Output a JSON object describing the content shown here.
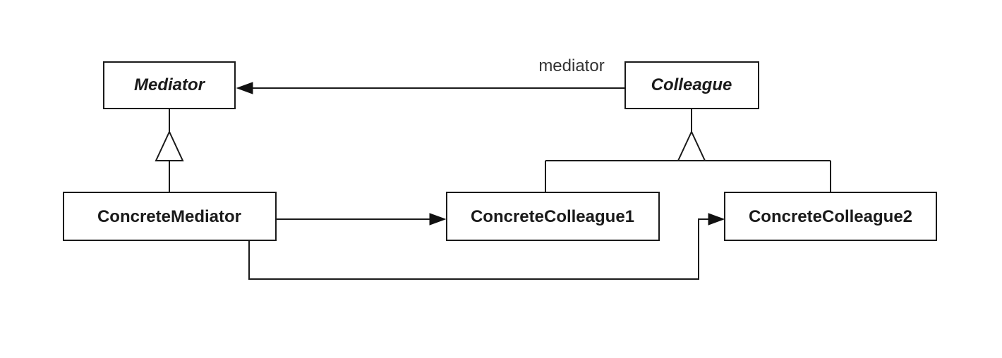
{
  "classes": {
    "mediator": "Mediator",
    "colleague": "Colleague",
    "concrete_mediator": "ConcreteMediator",
    "concrete_colleague_1": "ConcreteColleague1",
    "concrete_colleague_2": "ConcreteColleague2"
  },
  "associations": {
    "colleague_to_mediator_role": "mediator"
  },
  "colors": {
    "stroke": "#1a1a1a",
    "background": "#ffffff"
  }
}
